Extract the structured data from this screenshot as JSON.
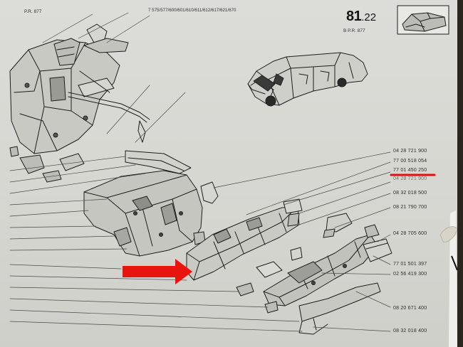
{
  "header": {
    "left_label": "P.R. 877",
    "models_line_1": "7 575/577/600/601/610/611/612/617/621/670",
    "section_number": "81",
    "section_suffix": "22",
    "right_label": "B          P.R. 877"
  },
  "part_numbers": [
    "04 28 721 900",
    "77 00 518 054",
    "77 01 450 250",
    "04 28 721 900",
    "08 32 018 500",
    "08 21 790 700",
    "04 28 705 600",
    "77 01 501 397",
    "02 56 419 300",
    "08 20 671 400",
    "08 32 018 400"
  ],
  "highlight": {
    "underline_color": "#e01010",
    "arrow_color": "#e8150f",
    "underlined_part": "77 01 450 250"
  },
  "colors": {
    "paper": "#d8d8d3",
    "ink": "#1e1e1e",
    "right_edge_page": "#efefec"
  }
}
